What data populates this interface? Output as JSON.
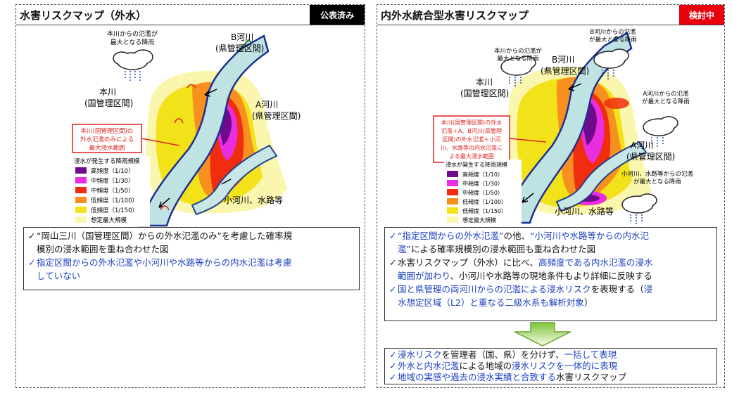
{
  "left": {
    "title": "水害リスクマップ（外水）",
    "badge": "公表済み",
    "map": {
      "cloud_label_1": "本川からの氾濫が",
      "cloud_label_2": "最大となる降雨",
      "river_b_1": "B河川",
      "river_b_2": "(県管理区間)",
      "main_river_1": "本川",
      "main_river_2": "(国管理区間)",
      "river_a_1": "A河川",
      "river_a_2": "(県管理区間)",
      "callout_lines": [
        "本川(国管理区間)の",
        "外水氾濫のみによる",
        "最大浸水範囲"
      ],
      "small_river": "小河川、水路等"
    },
    "legend": {
      "title": "浸水が発生する降雨規模",
      "items": [
        {
          "label": "高頻度（1/10）",
          "color": "#6e0a8c"
        },
        {
          "label": "中頻度（1/30）",
          "color": "#e82ee0"
        },
        {
          "label": "中頻度（1/50）",
          "color": "#f02d0e"
        },
        {
          "label": "低頻度（1/100）",
          "color": "#f7901e"
        },
        {
          "label": "低頻度（1/150）",
          "color": "#f2e21a"
        },
        {
          "label": "想定最大規模",
          "color": "#fbf6ad"
        }
      ]
    },
    "notes": [
      {
        "check": "✓",
        "segments": [
          {
            "text": "“岡山三川（国管理区間）からの外水氾濫のみ”を考慮した確率規",
            "blue": false
          }
        ]
      },
      {
        "check": "",
        "segments": [
          {
            "text": "模別の浸水範囲を重ね合わせた図",
            "blue": false
          }
        ]
      },
      {
        "check": "✓",
        "segments": [
          {
            "text": "指定区間からの外水氾濫や小河川や水路等からの内水氾濫は考慮",
            "blue": true
          }
        ]
      },
      {
        "check": "",
        "segments": [
          {
            "text": "していない",
            "blue": true
          }
        ]
      }
    ]
  },
  "right": {
    "title": "内外水統合型水害リスクマップ",
    "badge": "検討中",
    "map": {
      "cloud1_1": "本川からの氾濫が",
      "cloud1_2": "最大となる降雨",
      "cloud2_1": "B河川からの氾濫",
      "cloud2_2": "が最大となる降雨",
      "cloud3_1": "A河川からの氾濫",
      "cloud3_2": "が最大となる降雨",
      "cloud4_1": "小河川、水路等からの氾濫",
      "cloud4_2": "が最大となる降雨",
      "river_b_1": "B河川",
      "river_b_2": "(県管理区間)",
      "main_river_1": "本川",
      "main_river_2": "(国管理区間)",
      "river_a_1": "A河川",
      "river_a_2": "(県管理区間)",
      "callout_lines": [
        "本川(国管理区間)の外水",
        "氾濫＋A、B河川(県管理",
        "区間)の外水氾濫＋小河",
        "川、水路等の内水氾濫に",
        "よる最大浸水範囲"
      ],
      "small_river": "小河川、水路等"
    },
    "legend": {
      "title": "浸水が発生する降雨規模",
      "items": [
        {
          "label": "高頻度（1/10）",
          "color": "#6e0a8c"
        },
        {
          "label": "中頻度（1/30）",
          "color": "#e82ee0"
        },
        {
          "label": "中頻度（1/50）",
          "color": "#f02d0e"
        },
        {
          "label": "低頻度（1/100）",
          "color": "#f7901e"
        },
        {
          "label": "低頻度（1/150）",
          "color": "#f2e21a"
        },
        {
          "label": "想定最大規模",
          "color": "#fbf6ad"
        }
      ]
    },
    "notes_top": [
      {
        "check": "✓",
        "segments": [
          {
            "text": "“指定区間からの外水氾濫”",
            "blue": true
          },
          {
            "text": "の他、",
            "blue": false
          },
          {
            "text": "“小河川や水路等からの内水氾",
            "blue": true
          }
        ]
      },
      {
        "check": "",
        "segments": [
          {
            "text": "濫”",
            "blue": true
          },
          {
            "text": "による確率規模別の浸水範囲も重ね合わせた図",
            "blue": false
          }
        ]
      },
      {
        "check": "✓",
        "segments": [
          {
            "text": "水害リスクマップ（外水）に比べ、",
            "blue": false
          },
          {
            "text": "高頻度である内水氾濫の浸水",
            "blue": true
          }
        ]
      },
      {
        "check": "",
        "segments": [
          {
            "text": "範囲が加わり",
            "blue": true
          },
          {
            "text": "、小河川や水路等の現地条件もより詳細に反映する",
            "blue": false
          }
        ]
      },
      {
        "check": "✓",
        "segments": [
          {
            "text": "国と県管理の両河川からの氾濫による浸水リスク",
            "blue": true
          },
          {
            "text": "を表現する（",
            "blue": false
          },
          {
            "text": "浸",
            "blue": true
          }
        ]
      },
      {
        "check": "",
        "segments": [
          {
            "text": "水想定区域（L2）と重なる二級水系も解析対象",
            "blue": true
          },
          {
            "text": "）",
            "blue": false
          }
        ]
      }
    ],
    "notes_bottom": [
      {
        "check": "✓",
        "segments": [
          {
            "text": "浸水リスク",
            "blue": true
          },
          {
            "text": "を管理者（国、県）を分けず、",
            "blue": false
          },
          {
            "text": "一括して表現",
            "blue": true
          }
        ]
      },
      {
        "check": "✓",
        "segments": [
          {
            "text": "外水と内水氾濫",
            "blue": true
          },
          {
            "text": "による地域の",
            "blue": false
          },
          {
            "text": "浸水リスクを一体的に表現",
            "blue": true
          }
        ]
      },
      {
        "check": "✓",
        "segments": [
          {
            "text": "地域の実感や過去の浸水実績と合致する",
            "blue": true
          },
          {
            "text": "水害リスクマップ",
            "blue": false
          }
        ]
      }
    ]
  }
}
